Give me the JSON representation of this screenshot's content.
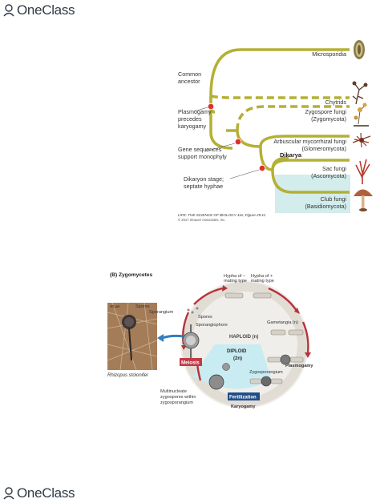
{
  "watermark": {
    "brand": "OneClass",
    "icon": "person-circle-icon"
  },
  "figure_a": {
    "taxa": [
      "Microsporidia",
      "Chytrids",
      "Zygospore fungi",
      "(Zygomycota)",
      "Arbuscular mycorrhizal fungi",
      "(Glomeromycota)",
      "Sac fungi",
      "(Ascomycota)",
      "Club fungi",
      "(Basidiomycota)"
    ],
    "box_label": "Dikarya",
    "nodes": [
      "Common",
      "ancestor",
      "Plasmogamy",
      "precedes",
      "karyogamy",
      "Gene sequences",
      "support monophyly",
      "Dikaryon stage;",
      "septate hyphae"
    ],
    "credit": {
      "line1": "LIFE: THE SCIENCE OF BIOLOGY 11e, Figure 29.11",
      "line2": "© 2017 Sinauer Associates, Inc."
    }
  },
  "figure_b": {
    "title": "(B) Zygomycetes",
    "photo_caption": "Rhizopus stolonifer",
    "scale": "40 µm",
    "labels": {
      "spores": "Spores",
      "sporangium": "Sporangium",
      "spores2": "Spores",
      "sporangiophore": "Sporangiophore",
      "hypha_minus": "Hypha of –",
      "hypha_plus": "Hypha of +",
      "mating_type": "mating type",
      "gametangia": "Gametangia (n)",
      "haploid": "HAPLOID (n)",
      "diploid": "DIPLOID",
      "diploid_n": "(2n)",
      "zygosporangium": "Zygosporangium",
      "plasmogamy": "Plasmogamy",
      "meiosis": "Meiosis",
      "fertilization": "Fertilization",
      "karyogamy": "Karyogamy",
      "multinucleate_1": "Multinucleate",
      "multinucleate_2": "zygospores within",
      "multinucleate_3": "zygosporangium"
    }
  }
}
